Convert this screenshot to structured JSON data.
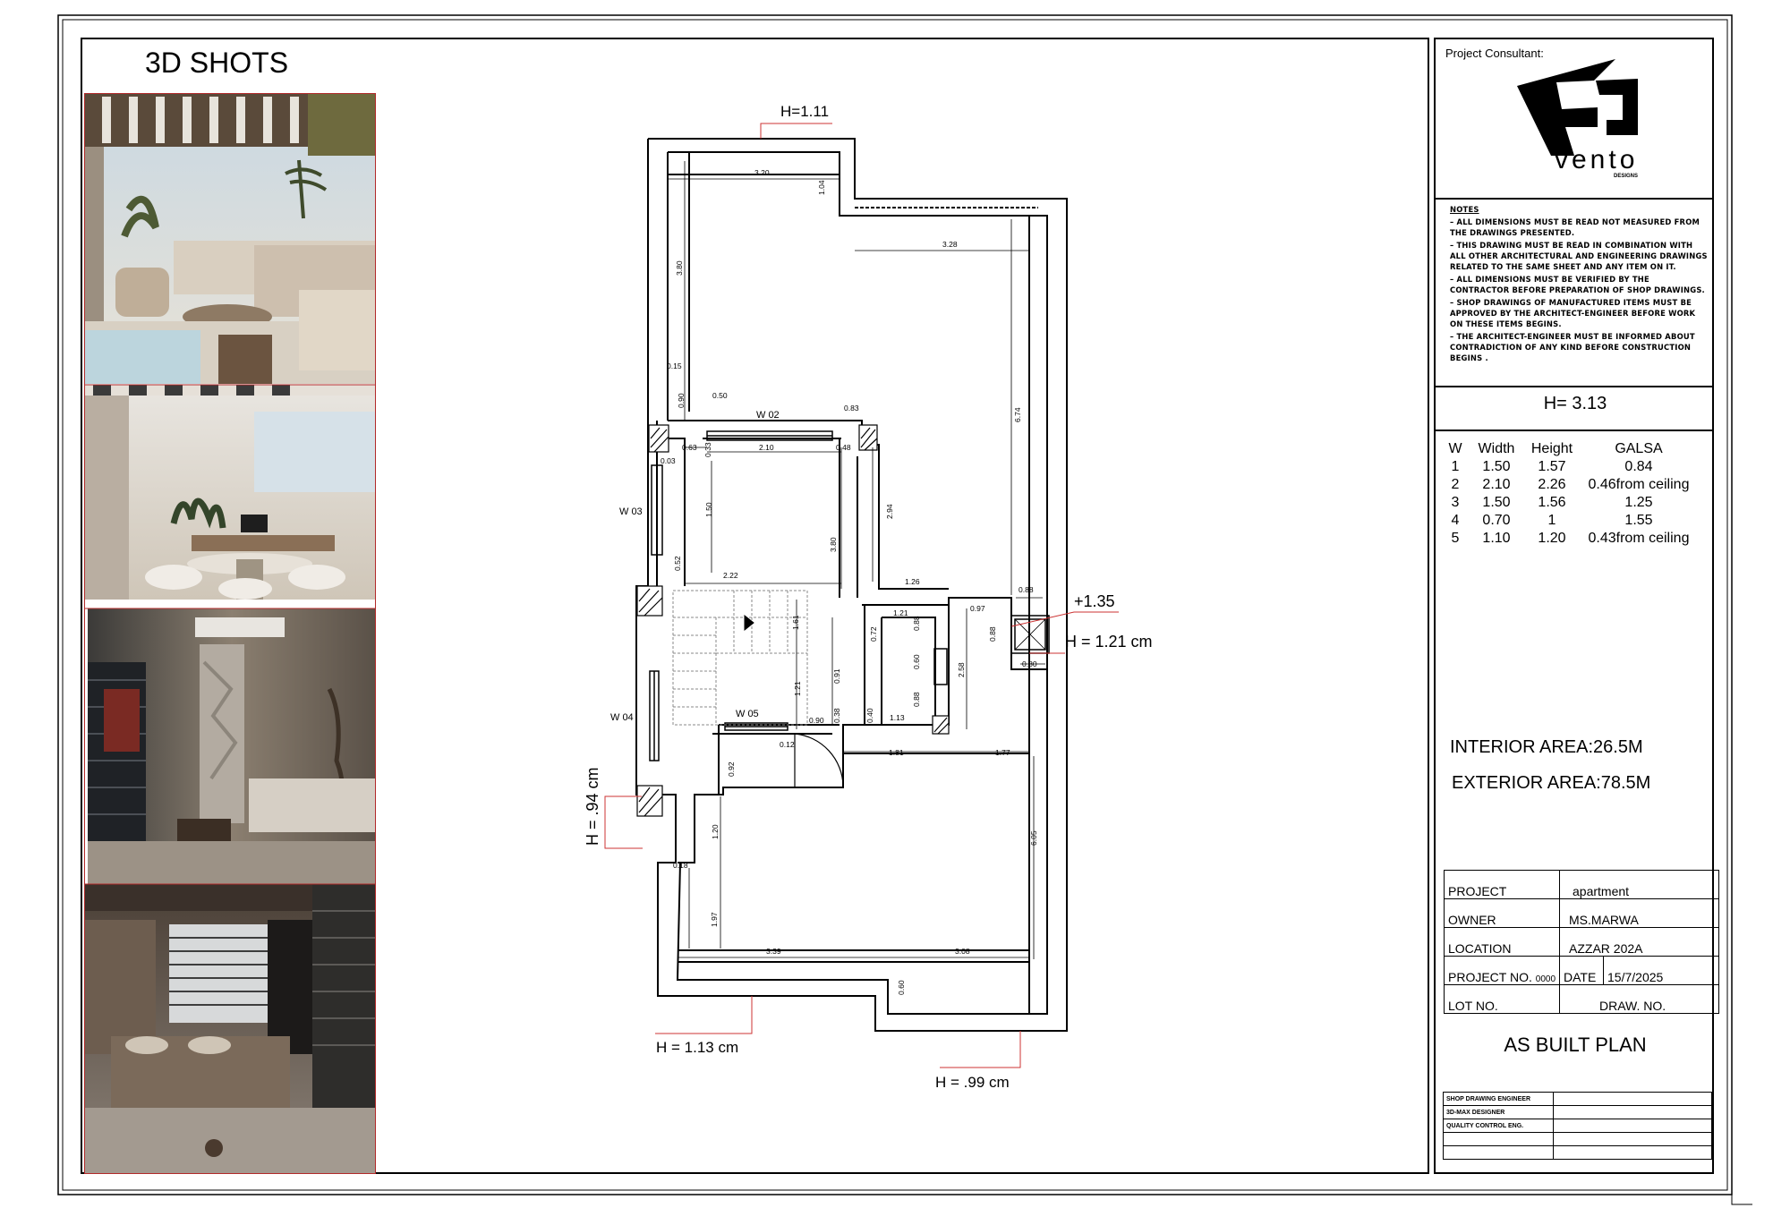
{
  "sheet": {
    "title": "3D SHOTS",
    "consultant_label": "Project Consultant:",
    "logo_text": "vento",
    "logo_subtext": "DESIGNS"
  },
  "notes": {
    "title": "NOTES",
    "items": [
      "ALL DIMENSIONS MUST BE READ NOT MEASURED FROM THE DRAWINGS PRESENTED.",
      "THIS DRAWING MUST BE READ IN COMBINATION WITH ALL OTHER ARCHITECTURAL AND ENGINEERING DRAWINGS RELATED TO THE SAME SHEET AND ANY ITEM ON IT.",
      "ALL DIMENSIONS MUST BE VERIFIED BY THE CONTRACTOR BEFORE PREPARATION OF SHOP DRAWINGS.",
      "SHOP DRAWINGS OF MANUFACTURED ITEMS MUST BE APPROVED BY THE ARCHITECT-ENGINEER BEFORE WORK ON THESE ITEMS BEGINS.",
      "THE ARCHITECT-ENGINEER MUST BE INFORMED ABOUT CONTRADICTION OF ANY KIND BEFORE CONSTRUCTION BEGINS ."
    ]
  },
  "height_value": "H= 3.13",
  "windows": {
    "headers": [
      "W",
      "Width",
      "Height",
      "GALSA"
    ],
    "rows": [
      [
        "1",
        "1.50",
        "1.57",
        "0.84"
      ],
      [
        "2",
        "2.10",
        "2.26",
        "0.46from ceiling"
      ],
      [
        "3",
        "1.50",
        "1.56",
        "1.25"
      ],
      [
        "4",
        "0.70",
        "1",
        "1.55"
      ],
      [
        "5",
        "1.10",
        "1.20",
        "0.43from ceiling"
      ]
    ]
  },
  "areas": {
    "interior": "INTERIOR AREA:26.5M",
    "exterior": "EXTERIOR AREA:78.5M"
  },
  "project_info": {
    "project_label": "PROJECT",
    "project_value": "apartment",
    "owner_label": "OWNER",
    "owner_value": "MS.MARWA",
    "location_label": "LOCATION",
    "location_value": "AZZAR  202A",
    "project_no_label": "PROJECT NO.",
    "project_no_value": "0000",
    "date_label": "DATE",
    "date_value": "15/7/2025",
    "lot_label": "LOT NO.",
    "draw_label": "DRAW. NO."
  },
  "plan_title": "AS BUILT PLAN",
  "signatures": [
    "SHOP DRAWING ENGINEER",
    "3D-MAX DESIGNER",
    "QUALITY CONTROL ENG."
  ],
  "plan_labels": {
    "h_top": "H=1.11",
    "h_right_level": "+1.35",
    "h_right": "H = 1.21 cm",
    "h_left": "H = .94 cm",
    "h_bottom_left": "H = 1.13 cm",
    "h_bottom_right": "H = .99 cm",
    "w02": "W 02",
    "w03": "W 03",
    "w04": "W 04",
    "w05": "W 05"
  },
  "dimensions": {
    "d320": "3.20",
    "d104": "1.04",
    "d328": "3.28",
    "d380a": "3.80",
    "d674": "6.74",
    "d015": "0.15",
    "d090": "0.90",
    "d050": "0.50",
    "d083": "0.83",
    "d063": "0.63",
    "d210": "2.10",
    "d033": "0.33",
    "d048": "0.48",
    "d003": "0.03",
    "d150": "1.50",
    "d294": "2.94",
    "d380b": "3.80",
    "d052": "0.52",
    "d222": "2.22",
    "d126": "1.26",
    "d088a": "0.88",
    "d097": "0.97",
    "d121": "1.21",
    "d072": "0.72",
    "d088b": "0.88",
    "d161": "1.61",
    "d060": "0.60",
    "d088c": "0.88",
    "d121b": "1.21",
    "d091": "0.91",
    "d088d": "0.88",
    "d258": "2.58",
    "d080": "0.80",
    "d038": "0.38",
    "d040": "0.40",
    "d113": "1.13",
    "d090b": "0.90",
    "d012": "0.12",
    "d181": "1.81",
    "d177": "1.77",
    "d092": "0.92",
    "d120": "1.20",
    "d605": "6.05",
    "d018": "0.18",
    "d197": "1.97",
    "d339": "3.39",
    "d308": "3.08",
    "d060b": "0.60"
  }
}
